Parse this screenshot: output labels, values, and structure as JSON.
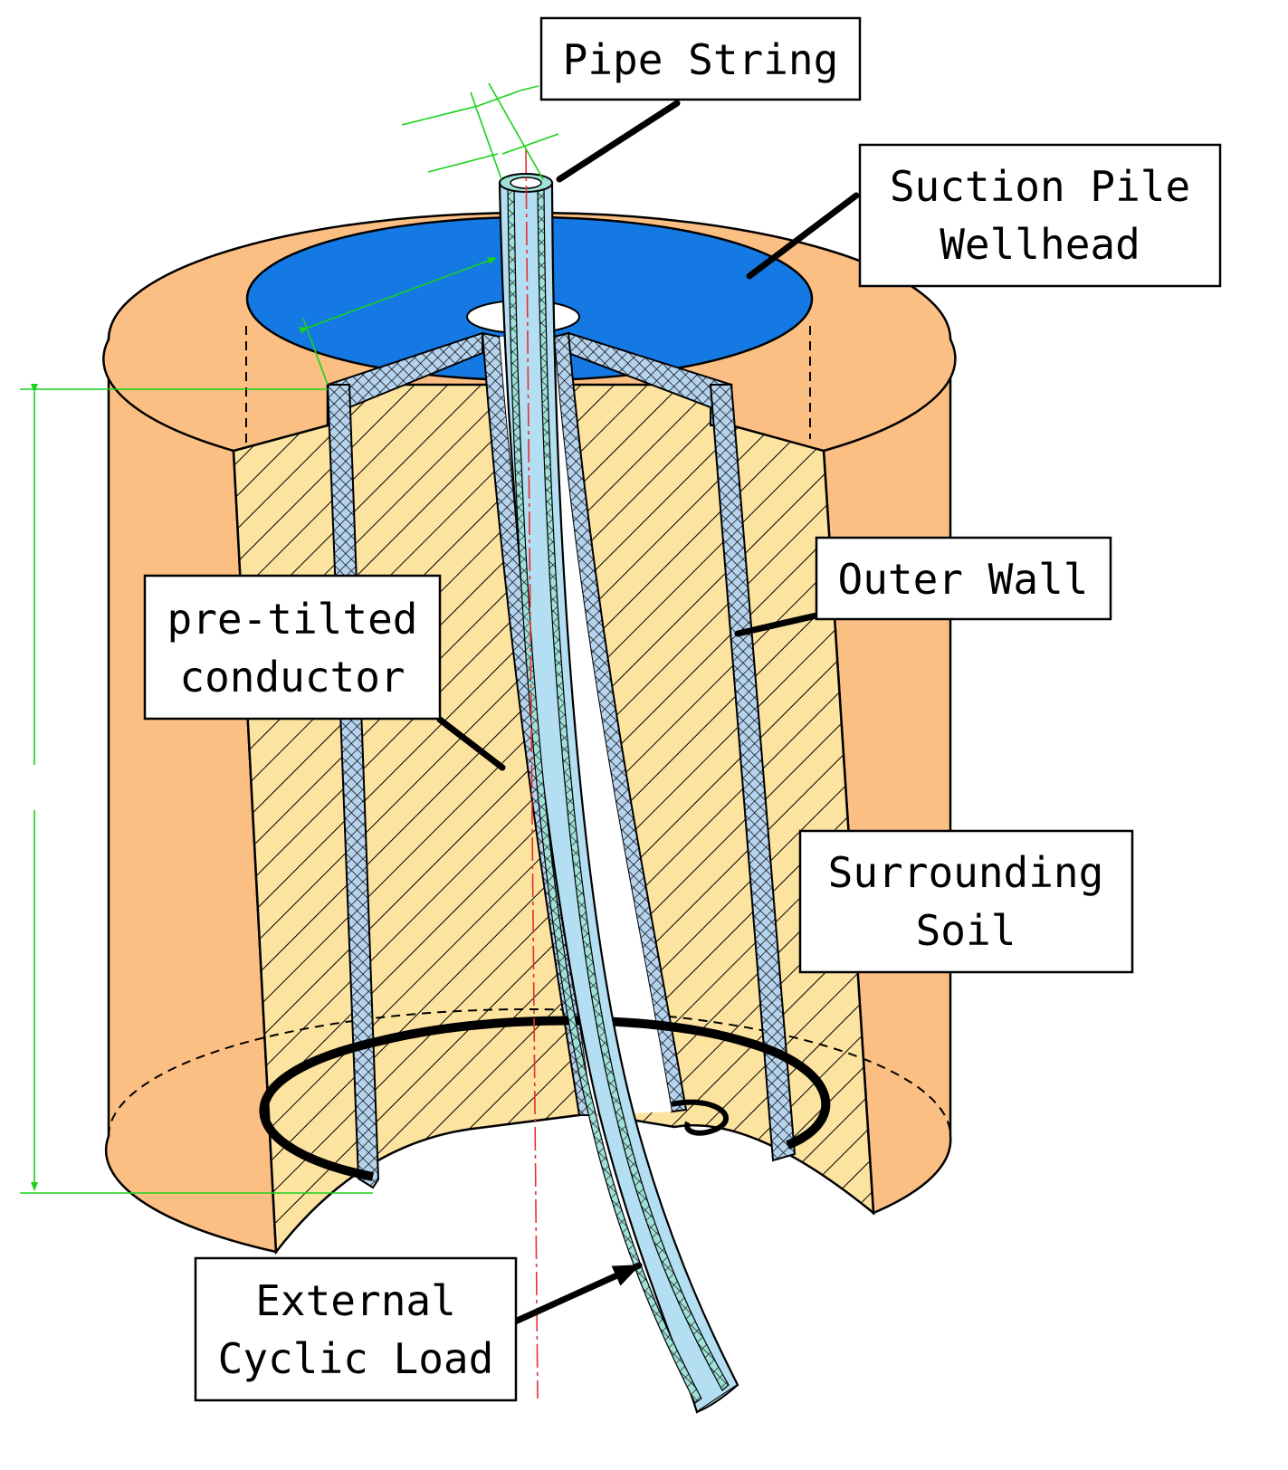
{
  "labels": {
    "pipe_string": "Pipe String",
    "suction_pile_wellhead": [
      "Suction Pile",
      "Wellhead"
    ],
    "outer_wall": "Outer Wall",
    "pre_tilted_conductor": [
      "pre-tilted",
      "conductor"
    ],
    "surrounding_soil": [
      "Surrounding",
      "Soil"
    ],
    "external_cyclic_load": [
      "External",
      "Cyclic Load"
    ]
  },
  "colors": {
    "soil_outer": "#FBBF83",
    "soil_section": "#FCE3A0",
    "wellhead_top": "#1479E3",
    "steel_wall": "#B6D3EE",
    "pipe_string": "#B4DFF2",
    "dimension": "#19D219",
    "centerline": "#E53030",
    "stroke": "#000000"
  }
}
